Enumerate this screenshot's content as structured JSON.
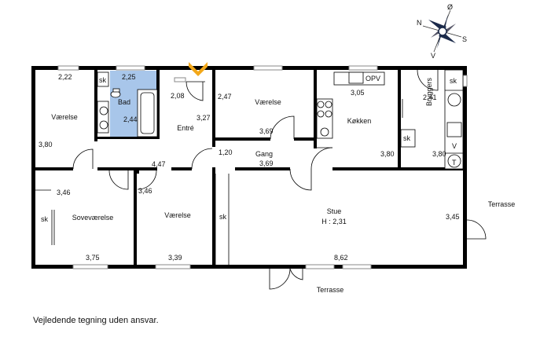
{
  "rooms": {
    "vaerelse_nw": "Værelse",
    "bad": "Bad",
    "entre": "Entré",
    "vaerelse_n": "Værelse",
    "gang": "Gang",
    "koekken": "Køkken",
    "bryggers": "Bryggers",
    "sovevaerelse": "Soveværelse",
    "vaerelse_s": "Værelse",
    "stue": "Stue",
    "stue_height": "H : 2,31",
    "terrasse_east": "Terrasse",
    "terrasse_south": "Terrasse"
  },
  "dimensions": {
    "d_222": "2,22",
    "d_225": "2,25",
    "d_244": "2,44",
    "d_380a": "3,80",
    "d_208": "2,08",
    "d_327": "3,27",
    "d_247": "2,47",
    "d_369a": "3,69",
    "d_305": "3,05",
    "d_380b": "3,80",
    "d_241": "2,41",
    "d_380c": "3,80",
    "d_120": "1,20",
    "d_369b": "3,69",
    "d_447": "4,47",
    "d_346a": "3,46",
    "d_346b": "3,46",
    "d_345": "3,45",
    "d_375": "3,75",
    "d_339": "3,39",
    "d_862": "8,62"
  },
  "fixtures": {
    "sk_bad": "sk",
    "sk_kitchen": "sk",
    "sk_bryggers": "sk",
    "sk_sove": "sk",
    "sk_stue": "sk",
    "opv": "OPV",
    "v": "V",
    "t": "T"
  },
  "compass": {
    "n": "N",
    "s": "S",
    "v": "V",
    "o": "Ø"
  },
  "disclaimer": "Vejledende tegning uden ansvar.",
  "colors": {
    "wall": "#000000",
    "bath": "#a8c6ea",
    "entry_marker": "#f3a81a",
    "window": "#888888"
  }
}
